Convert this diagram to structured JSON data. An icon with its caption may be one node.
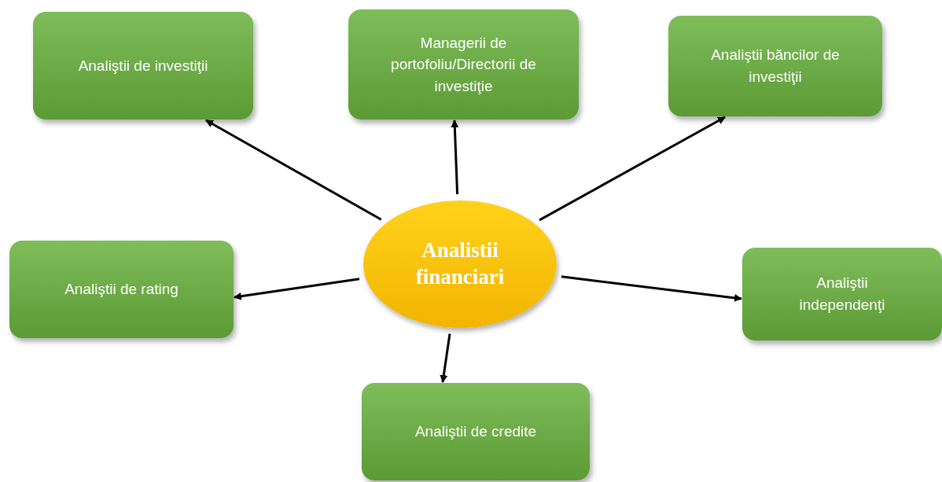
{
  "diagram": {
    "nodes": [
      {
        "text": [
          "Analistii financiari"
        ]
      },
      {
        "text": [
          "Analiştii de investiţii"
        ]
      },
      {
        "text": [
          "Managerii de portofoliu/Directorii de investiţie"
        ]
      },
      {
        "text": [
          "Analiştii băncilor de investiţii"
        ]
      },
      {
        "text": [
          "Analiştii de rating"
        ]
      },
      {
        "text": [
          "Analiştii independenţi"
        ]
      },
      {
        "text": [
          "Analiştii de credite"
        ]
      }
    ],
    "edges": [
      {
        "from": 0,
        "to": 1,
        "arrow": "to"
      },
      {
        "from": 0,
        "to": 2,
        "arrow": "to"
      },
      {
        "from": 0,
        "to": 3,
        "arrow": "to"
      },
      {
        "from": 0,
        "to": 4,
        "arrow": "to"
      },
      {
        "from": 0,
        "to": 5,
        "arrow": "to"
      },
      {
        "from": 0,
        "to": 6,
        "arrow": "to"
      }
    ]
  }
}
